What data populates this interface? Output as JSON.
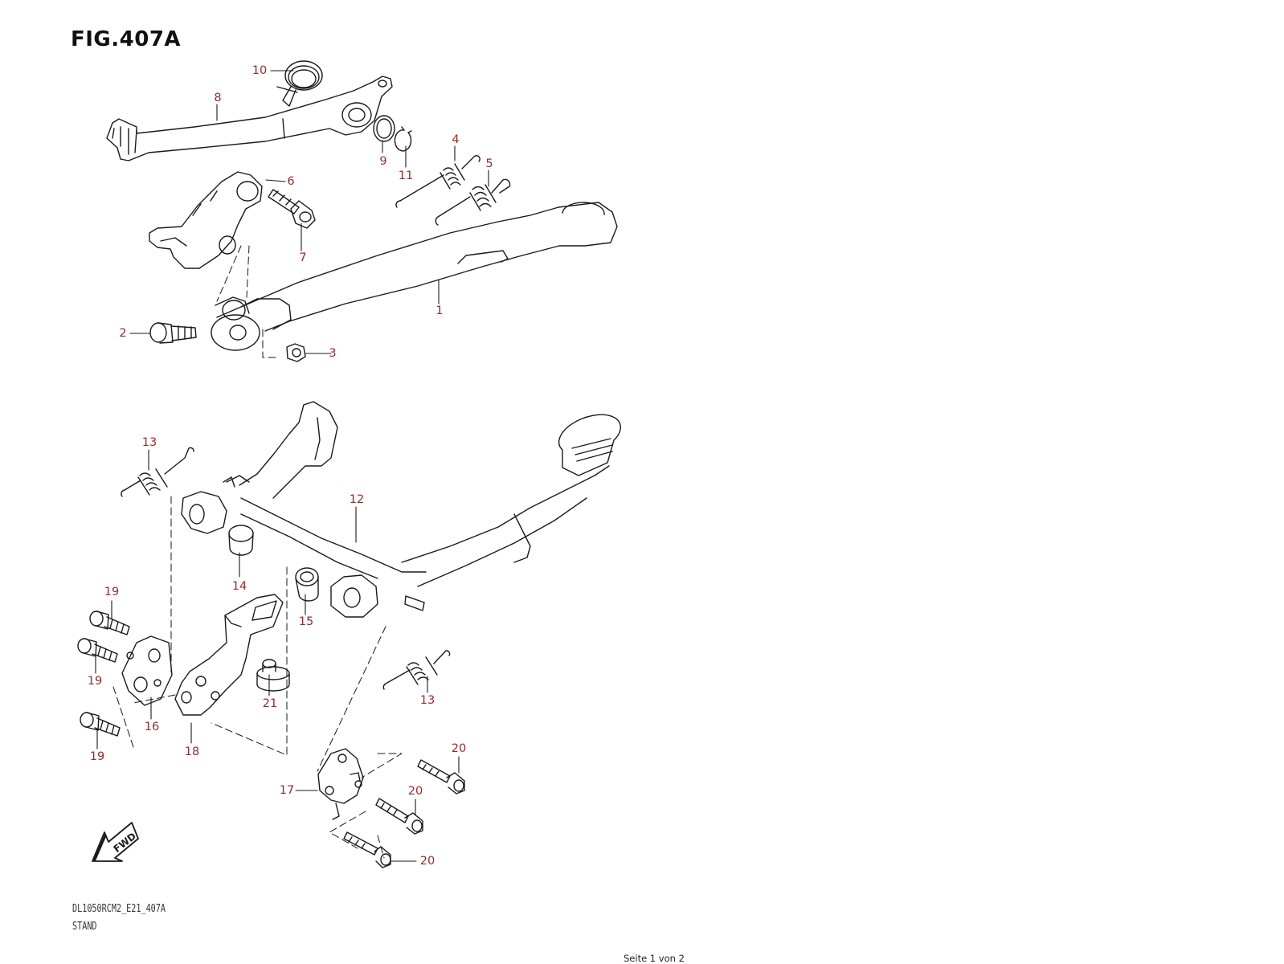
{
  "figure": {
    "title": "FIG.407A",
    "model_code": "DL1050RCM2_E21_407A",
    "section_name": "STAND",
    "page_info": "Seite 1 von 2",
    "fwd_label": "FWD",
    "callout_color": "#9c2a2a"
  },
  "callouts": [
    {
      "id": "c10",
      "text": "10"
    },
    {
      "id": "c8",
      "text": "8"
    },
    {
      "id": "c9",
      "text": "9"
    },
    {
      "id": "c11",
      "text": "11"
    },
    {
      "id": "c4",
      "text": "4"
    },
    {
      "id": "c5",
      "text": "5"
    },
    {
      "id": "c6",
      "text": "6"
    },
    {
      "id": "c7",
      "text": "7"
    },
    {
      "id": "c1",
      "text": "1"
    },
    {
      "id": "c2",
      "text": "2"
    },
    {
      "id": "c3",
      "text": "3"
    },
    {
      "id": "c13a",
      "text": "13"
    },
    {
      "id": "c12",
      "text": "12"
    },
    {
      "id": "c14",
      "text": "14"
    },
    {
      "id": "c19a",
      "text": "19"
    },
    {
      "id": "c15",
      "text": "15"
    },
    {
      "id": "c19b",
      "text": "19"
    },
    {
      "id": "c21",
      "text": "21"
    },
    {
      "id": "c13b",
      "text": "13"
    },
    {
      "id": "c16",
      "text": "16"
    },
    {
      "id": "c18",
      "text": "18"
    },
    {
      "id": "c19c",
      "text": "19"
    },
    {
      "id": "c20a",
      "text": "20"
    },
    {
      "id": "c17",
      "text": "17"
    },
    {
      "id": "c20b",
      "text": "20"
    },
    {
      "id": "c20c",
      "text": "20"
    }
  ]
}
